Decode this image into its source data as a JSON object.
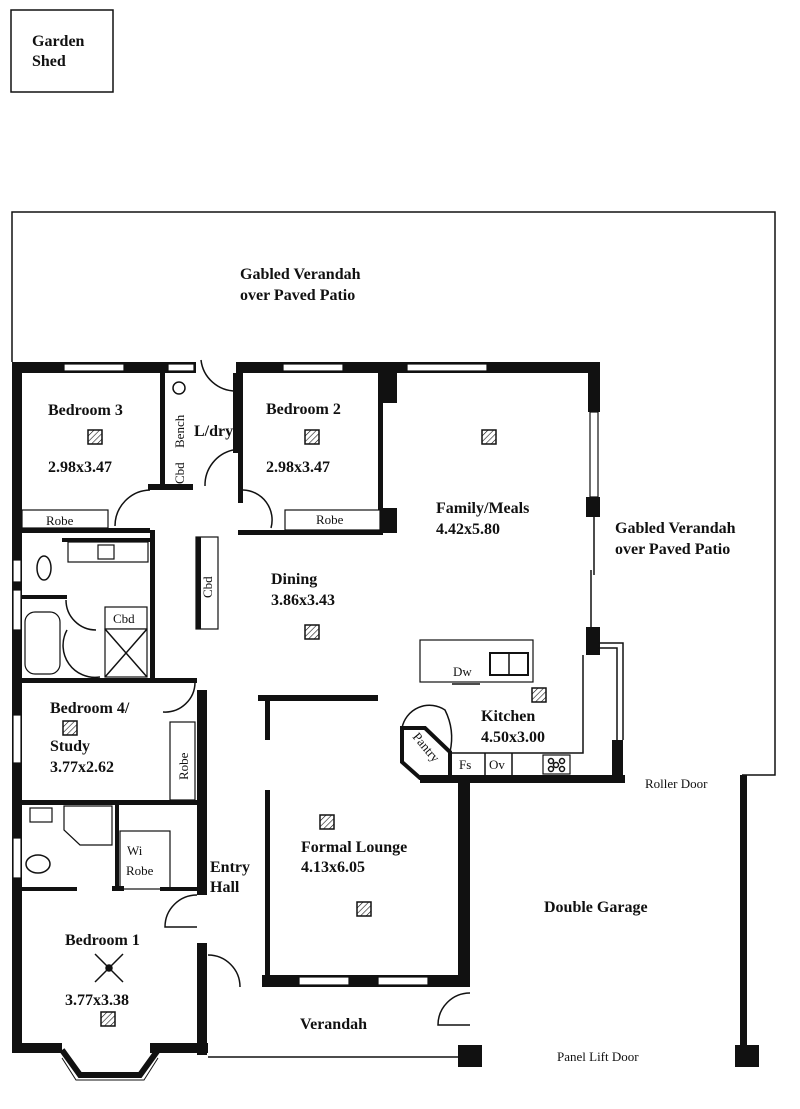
{
  "plan": {
    "garden_shed": [
      "Garden",
      "Shed"
    ],
    "verandah_top": [
      "Gabled Verandah",
      "over Paved Patio"
    ],
    "verandah_right": [
      "Gabled Verandah",
      "over Paved Patio"
    ],
    "rooms": {
      "bedroom3": {
        "name": "Bedroom 3",
        "size": "2.98x3.47"
      },
      "bedroom2": {
        "name": "Bedroom 2",
        "size": "2.98x3.47"
      },
      "laundry": {
        "name": "L/dry"
      },
      "family": {
        "name": "Family/Meals",
        "size": "4.42x5.80"
      },
      "dining": {
        "name": "Dining",
        "size": "3.86x3.43"
      },
      "kitchen": {
        "name": "Kitchen",
        "size": "4.50x3.00"
      },
      "bedroom4": {
        "name1": "Bedroom 4/",
        "name2": "Study",
        "size": "3.77x2.62"
      },
      "entry": {
        "name1": "Entry",
        "name2": "Hall"
      },
      "lounge": {
        "name": "Formal Lounge",
        "size": "4.13x6.05"
      },
      "garage": {
        "name": "Double Garage"
      },
      "bedroom1": {
        "name": "Bedroom 1",
        "size": "3.77x3.38"
      },
      "verandah": {
        "name": "Verandah"
      }
    },
    "fixtures": {
      "bench": "Bench",
      "cbd_laundry": "Cbd",
      "cbd_hall": "Cbd",
      "cbd_bath": "Cbd",
      "robe_bed3": "Robe",
      "robe_bed2": "Robe",
      "robe_bed4": "Robe",
      "wi": "Wi",
      "wi_robe": "Robe",
      "dw": "Dw",
      "pantry": "Pantry",
      "fs": "Fs",
      "ov": "Ov"
    },
    "doors": {
      "roller": "Roller Door",
      "panel_lift": "Panel Lift Door"
    }
  }
}
